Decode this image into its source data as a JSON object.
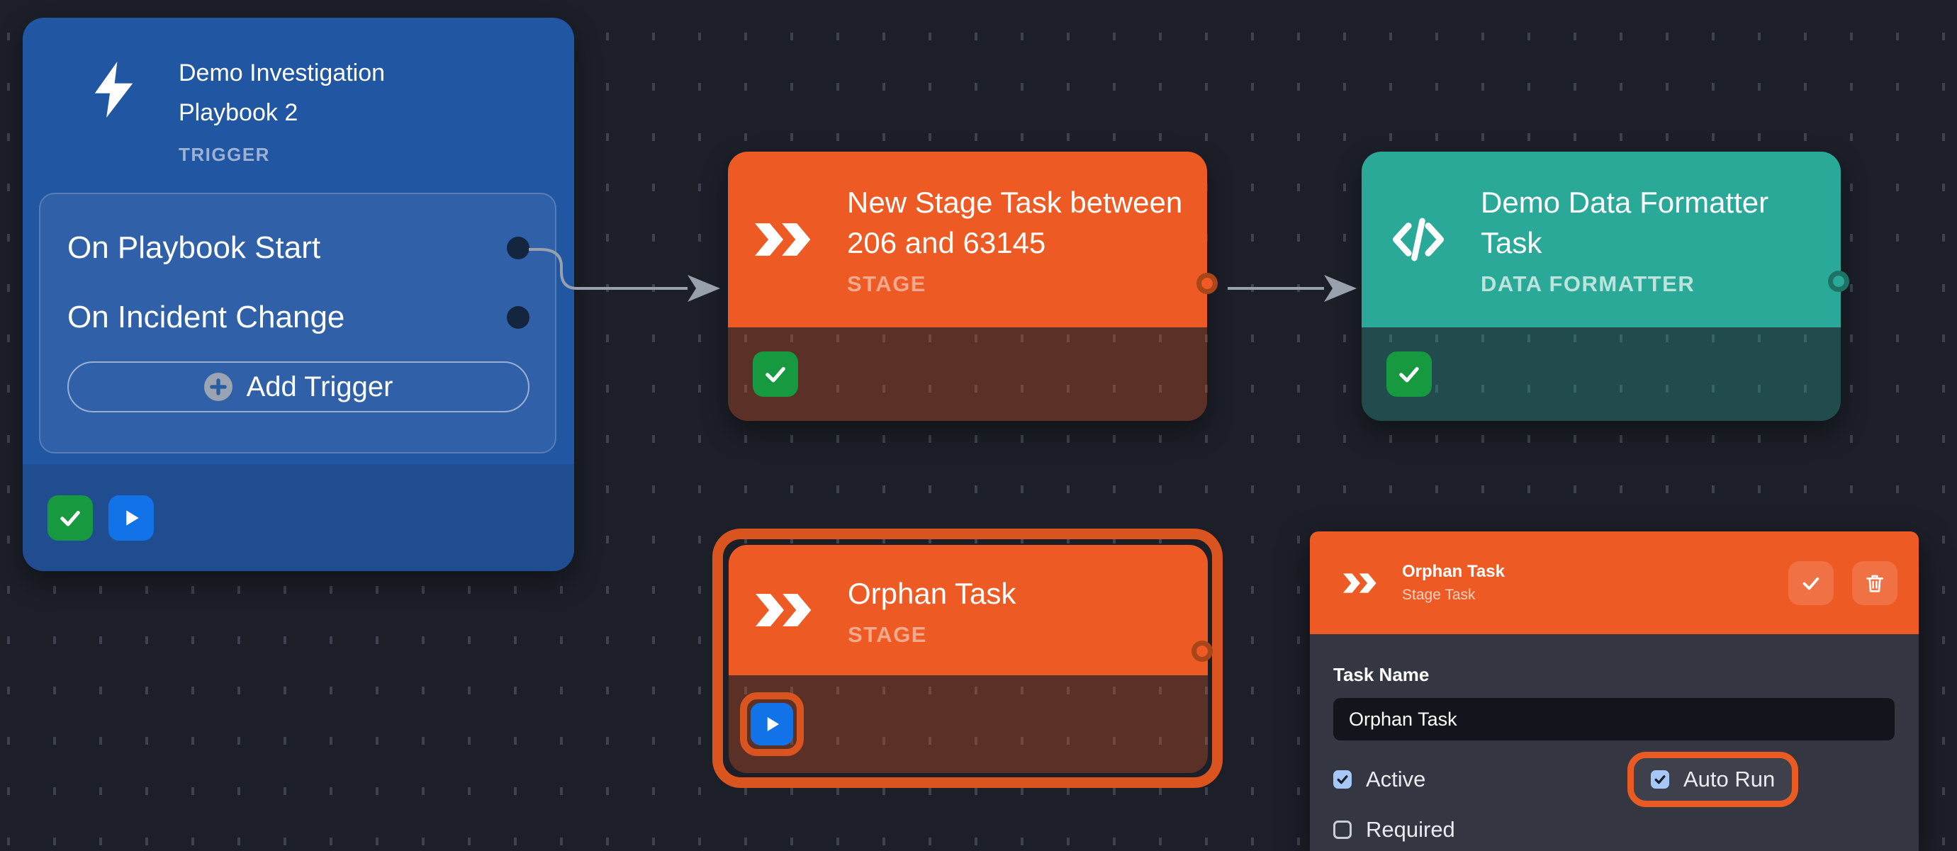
{
  "canvas": {
    "background_color": "#1c1f28",
    "grid_dash_color": "#3d424e",
    "edge_color": "#98a0ac"
  },
  "colors": {
    "trigger_blue": "#2156a2",
    "stage_orange": "#ee5a24",
    "formatter_teal": "#2aa998",
    "success_green": "#16993f",
    "run_blue": "#1273e8",
    "selection_orange": "#d9541e",
    "checkbox_blue": "#a6c8f8"
  },
  "trigger_node": {
    "icon": "lightning-bolt-icon",
    "title": "Demo Investigation Playbook 2",
    "type_label": "TRIGGER",
    "rows": [
      {
        "label": "On Playbook Start"
      },
      {
        "label": "On Incident Change"
      }
    ],
    "add_trigger_label": "Add Trigger"
  },
  "stage_node": {
    "icon": "stage-chevrons-icon",
    "title": "New Stage Task between 206 and 63145",
    "type_label": "STAGE"
  },
  "formatter_node": {
    "icon": "code-icon",
    "title": "Demo Data Formatter Task",
    "type_label": "DATA FORMATTER"
  },
  "orphan_node": {
    "icon": "stage-chevrons-icon",
    "title": "Orphan Task",
    "type_label": "STAGE",
    "selected": true
  },
  "inspector_panel": {
    "icon": "stage-chevrons-icon",
    "title": "Orphan Task",
    "subtitle": "Stage Task",
    "task_name_label": "Task Name",
    "task_name_value": "Orphan Task",
    "checkboxes": [
      {
        "label": "Active",
        "checked": true,
        "highlighted": false
      },
      {
        "label": "Auto Run",
        "checked": true,
        "highlighted": true
      },
      {
        "label": "Required",
        "checked": false,
        "highlighted": false
      }
    ]
  }
}
